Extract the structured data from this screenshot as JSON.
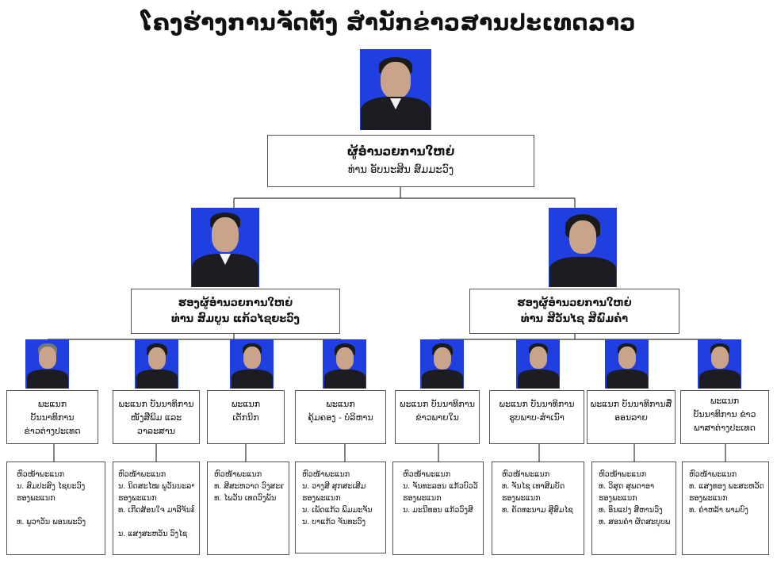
{
  "title": "ໂຄງຮ່າງການຈັດຕັ້ງ ສຳນັກຂ່າວສານປະເທດລາວ",
  "director": {
    "role": "ຜູ້ອຳນວຍການໃຫຍ່",
    "name": "ທ່ານ ອັບນະສິນ ສົມມະວົງ"
  },
  "deputies": [
    {
      "role": "ຮອງຜູ້ອຳນວຍການໃຫຍ່",
      "name": "ທ່ານ ສົມບູນ ແກ້ວໄຊຍະວົງ"
    },
    {
      "role": "ຮອງຜູ້ອຳນວຍການໃຫຍ່",
      "name": "ທ່ານ ສີວັນໄຊ ສີພົມຄຳ"
    }
  ],
  "departments": [
    {
      "lines": [
        "ພະແນກ",
        "ບັນນາທິການ",
        "ຂ່າວຕ່າງປະເທດ"
      ],
      "staff": [
        "ຫົວໜ້າພະແນກ",
        "ນ. ສົມປະສົງ ໄຊຍະວົງ",
        "ຮອງພະແນກ",
        "",
        "ທ. ພູວາວັນ ພອນພະວົງ"
      ]
    },
    {
      "lines": [
        "ພະແນກ ບັນນາທິການ",
        "ໜັງສືພິມ ແລະ ວາລະສານ"
      ],
      "staff": [
        "ຫົວໜ້າພະແນກ",
        "ນ. ນິດສະໄໝ ພູວັນນະລາດ",
        "ຮອງພະແນກ",
        "ທ. ເກີດສ້ອນໃຈ ມາລີຈັນສີ",
        "",
        "ນ. ແສງສະຫວັນ ວົງໄຊ"
      ]
    },
    {
      "lines": [
        "ພະແນກ",
        "ເຕັກນິກ"
      ],
      "staff": [
        "ຫົວໜ້າພະແນກ",
        "ທ. ສີສະຫວາດ ວົງສະຄາດ",
        "ທ. ໄພວັນ ເທດວົງພັນ"
      ]
    },
    {
      "lines": [
        "ພະແນກ",
        "ຄຸ້ມຄອງ - ບໍລິຫານ"
      ],
      "staff": [
        "ຫົວໜ້າພະແນກ",
        "ນ. ວາງສີ ສຸກສະເສີມ",
        "ຮອງພະແນກ",
        "ນ. ເພັດແກ້ວ ພິມມະຈັນ",
        "ນ. ບາແກ້ວ ຈັນທະວົງ"
      ]
    },
    {
      "lines": [
        "ພະແນກ ບັນນາທິການ",
        "ຂ່າວພາຍໃນ"
      ],
      "staff": [
        "ຫົວໜ້າພະແນກ",
        "ນ. ຈັນທະລອນ ແກ້ວບົວວັນ",
        "ຮອງພະແນກ",
        "ນ. ມະນີທອນ ແກ້ວວົງສີ"
      ]
    },
    {
      "lines": [
        "ພະແນກ ບັນນາທິການ",
        "ຮູບພາບ-ສຳເນົາ"
      ],
      "staff": [
        "ຫົວໜ້າພະແນກ",
        "ທ. ຈັນໄຊ ເທາສີມບັດ",
        "ຮອງພະແນກ",
        "ທ. ຄັດທະນາມ ສີຸສົມໄຊ"
      ]
    },
    {
      "lines": [
        "ພະແນກ ບັນນາທິການສື່",
        "ອອນລາຍ"
      ],
      "staff": [
        "ຫົວໜ້າພະແນກ",
        "ທ. ວິສຸດ ສຸພດາອາ",
        "ຮອງພະແນກ",
        "ທ. ອິນແປງ ສີຫານວົງ",
        "ທ. ສອນຄຳ ຜັດສະບຸບພາ"
      ]
    },
    {
      "lines": [
        "ພະແນກ",
        "ບັນນາທິການ ຂ່າວ",
        "ພາສາຕ່າງປະເທດ"
      ],
      "staff": [
        "ຫົວໜ້າພະແນກ",
        "ທ. ແສງທອງ ພະສະຫວັດ",
        "ຮອງພະແນກ",
        "ທ. ຄຳຫລ້າ ພາມບົງ"
      ]
    }
  ]
}
